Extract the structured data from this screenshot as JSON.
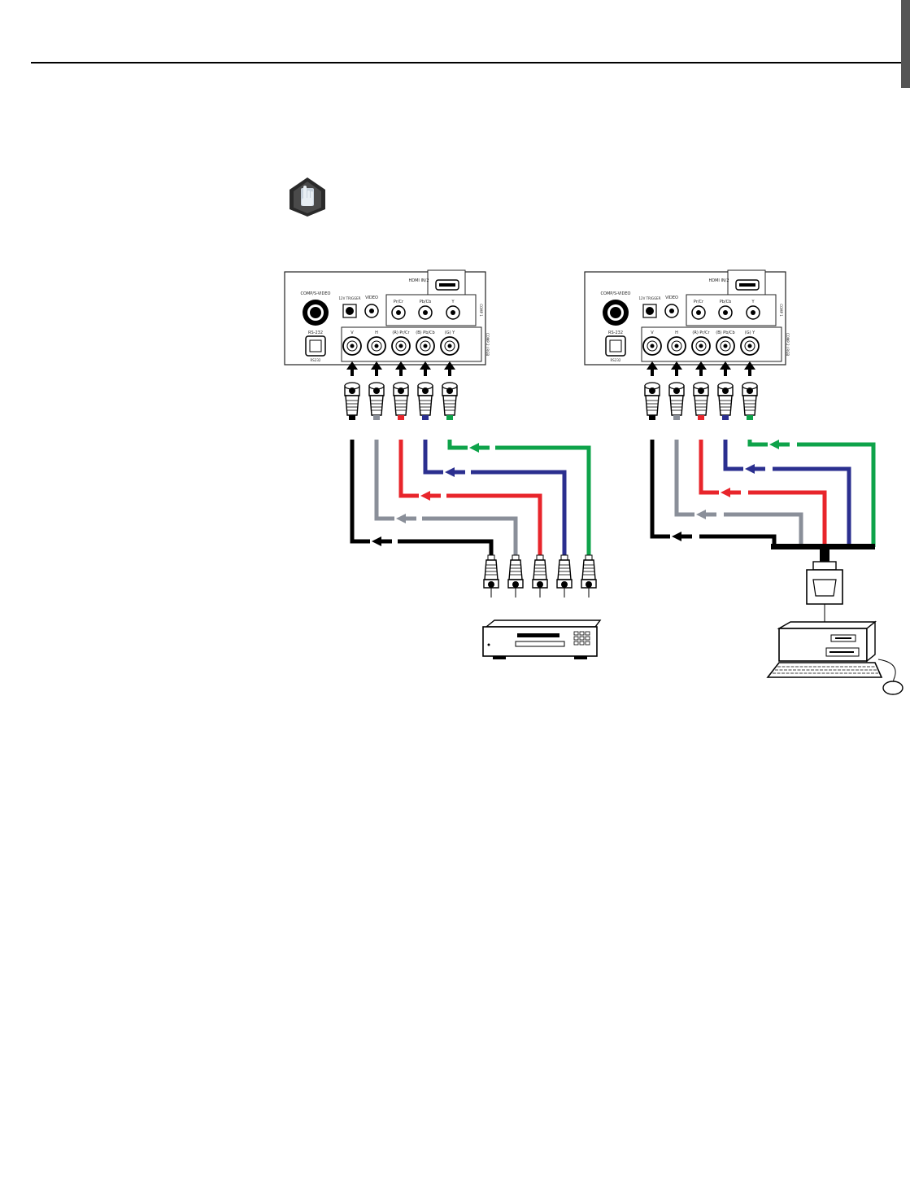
{
  "colors": {
    "black": "#000000",
    "gray": "#8a8f99",
    "red": "#e8252b",
    "blue": "#2b2f8f",
    "green": "#0ea34a",
    "panel_line": "#222222"
  },
  "icons": [
    "note-hand-icon",
    "projector-panel",
    "bnc-connector",
    "dvd-player-icon",
    "computer-icon",
    "vga-connector-icon"
  ],
  "panels": [
    {
      "name": "left",
      "labels": {
        "hdmi": "HDMI IN/2",
        "svideo": "COMP/S-VIDEO",
        "trigger": "12V TRIGGER",
        "video": "VIDEO",
        "pr": "Pr/Cr",
        "pb": "Pb/Cb",
        "y": "Y",
        "comp": "COMP 1",
        "rs232": "RS-232",
        "rs_sub": "RS232",
        "v": "V",
        "h": "H",
        "rpr": "(R) Pr/Cr",
        "bpb": "(B) Pb/Cb",
        "gy": "(G) Y",
        "rgb": "COMP 2 / RGB"
      }
    },
    {
      "name": "right",
      "labels": {
        "hdmi": "HDMI IN/2",
        "svideo": "COMP/S-VIDEO",
        "trigger": "12V TRIGGER",
        "video": "VIDEO",
        "pr": "Pr/Cr",
        "pb": "Pb/Cb",
        "y": "Y",
        "comp": "COMP 1",
        "rs232": "RS-232",
        "rs_sub": "RS232",
        "v": "V",
        "h": "H",
        "rpr": "(R) Pr/Cr",
        "bpb": "(B) Pb/Cb",
        "gy": "(G) Y",
        "rgb": "COMP 2 / RGB"
      }
    }
  ]
}
